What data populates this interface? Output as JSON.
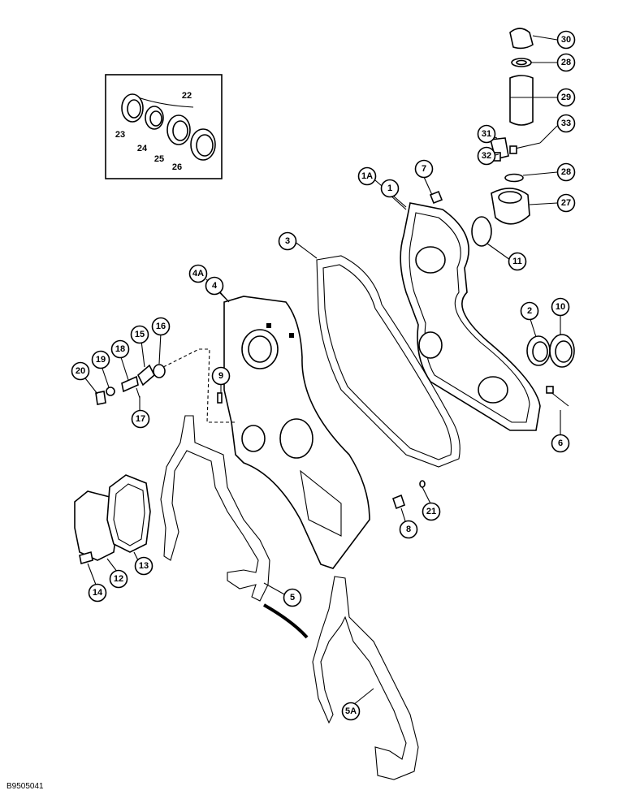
{
  "figure_ref": "B9505041",
  "inset": {
    "group_label": "22",
    "labels": [
      "23",
      "24",
      "25",
      "26"
    ]
  },
  "callouts": [
    "30",
    "28",
    "29",
    "33",
    "31",
    "32",
    "28",
    "27",
    "1A",
    "1",
    "7",
    "11",
    "3",
    "4A",
    "4",
    "2",
    "10",
    "16",
    "15",
    "18",
    "19",
    "20",
    "9",
    "17",
    "6",
    "21",
    "8",
    "13",
    "12",
    "14",
    "5",
    "5A"
  ]
}
